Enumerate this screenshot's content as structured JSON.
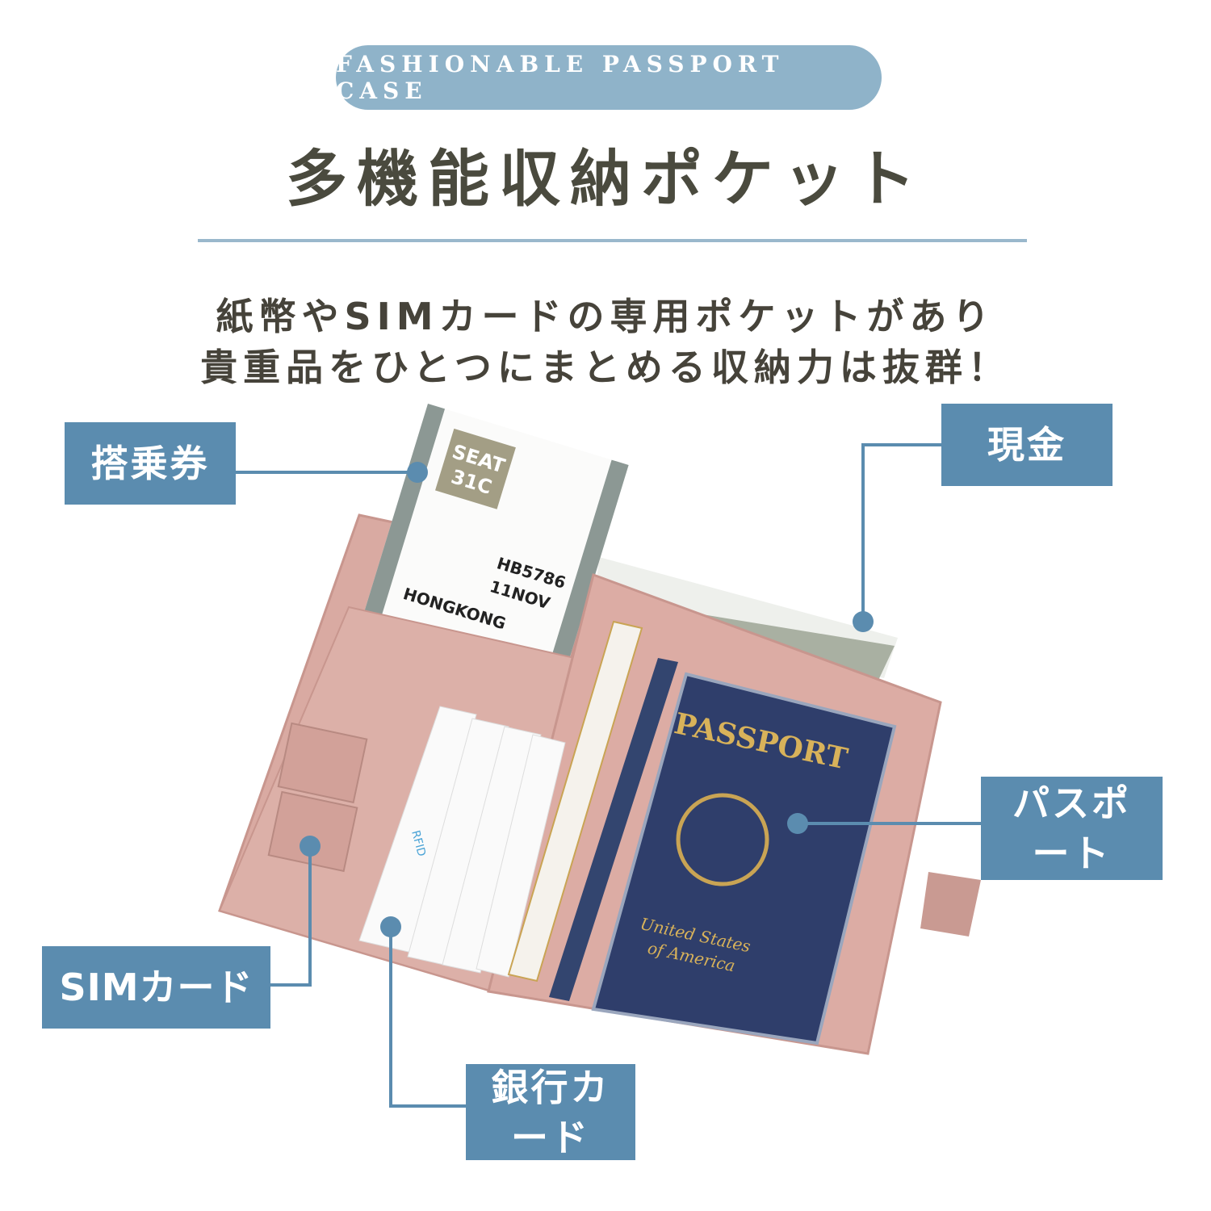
{
  "header": {
    "badge": "FASHIONABLE PASSPORT CASE",
    "title": "多機能収納ポケット",
    "subtitle_lines": [
      "紙幣やSIMカードの専用ポケットがあり",
      "貴重品をひとつにまとめる収納力は抜群！"
    ]
  },
  "callouts": {
    "boarding_pass": "搭乗券",
    "cash": "現金",
    "passport": "パスポート",
    "sim_card": "SIMカード",
    "bank_card": "銀行カード"
  },
  "product_photo": {
    "passport_title": "PASSPORT",
    "passport_country_1": "United States",
    "passport_country_2": "of America",
    "ticket_seat_1": "SEAT",
    "ticket_seat_2": "31C",
    "ticket_flight": "HB5786",
    "ticket_date": "11NOV",
    "ticket_destination": "HONGKONG",
    "card_rfid": "RFID"
  },
  "colors": {
    "badge": "#8fb3c9",
    "callout": "#5b8caf",
    "leather": "#d9aaa2",
    "passport": "#2f3e6b"
  }
}
